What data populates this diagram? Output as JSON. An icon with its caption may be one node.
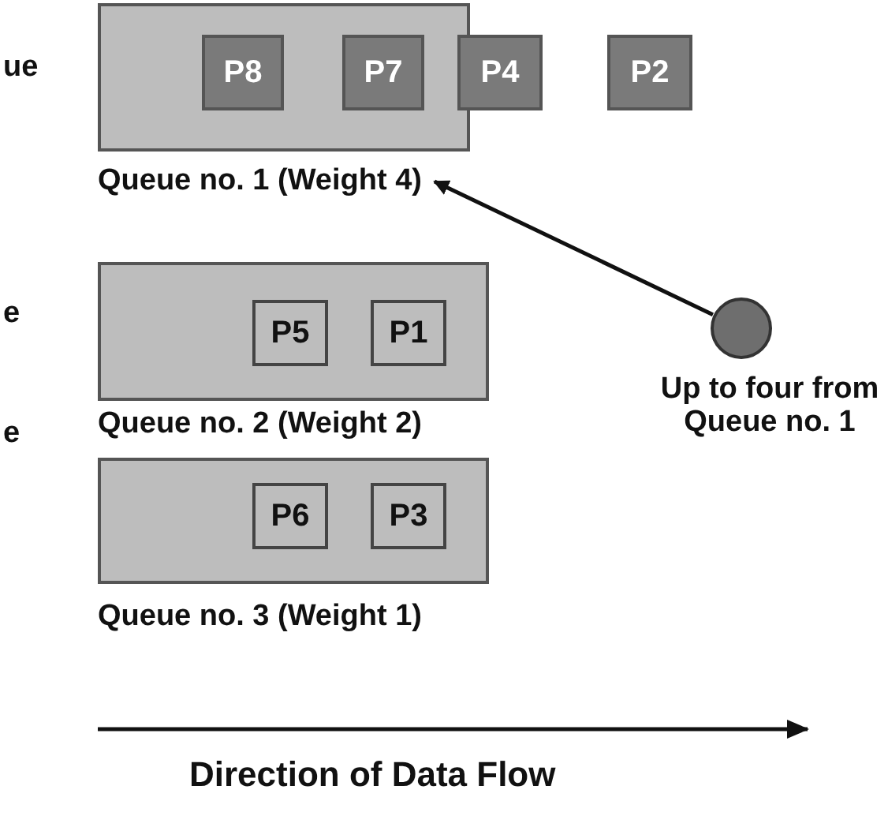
{
  "diagram": {
    "nodes": [
      {
        "text": [
          "Queue no. 1 (Weight 4)"
        ]
      },
      {
        "text": [
          "P8"
        ],
        "in": 0
      },
      {
        "text": [
          "P7"
        ],
        "in": 0
      },
      {
        "text": [
          "P4"
        ]
      },
      {
        "text": [
          "P2"
        ]
      },
      {
        "text": [
          "Queue no. 2 (Weight 2)"
        ]
      },
      {
        "text": [
          "P5"
        ],
        "in": 5
      },
      {
        "text": [
          "P1"
        ],
        "in": 5
      },
      {
        "text": [
          "Queue no. 3 (Weight 1)"
        ]
      },
      {
        "text": [
          "P6"
        ],
        "in": 8
      },
      {
        "text": [
          "P3"
        ],
        "in": 8
      },
      {
        "text": [],
        "shape": "circle",
        "beside": [
          "Up to four from Queue no. 1"
        ]
      }
    ],
    "edges": [
      {
        "from": 11,
        "to": 0,
        "arrow": "to"
      }
    ],
    "labels": [
      "ue",
      "e",
      "e",
      "Direction of Data Flow"
    ]
  }
}
